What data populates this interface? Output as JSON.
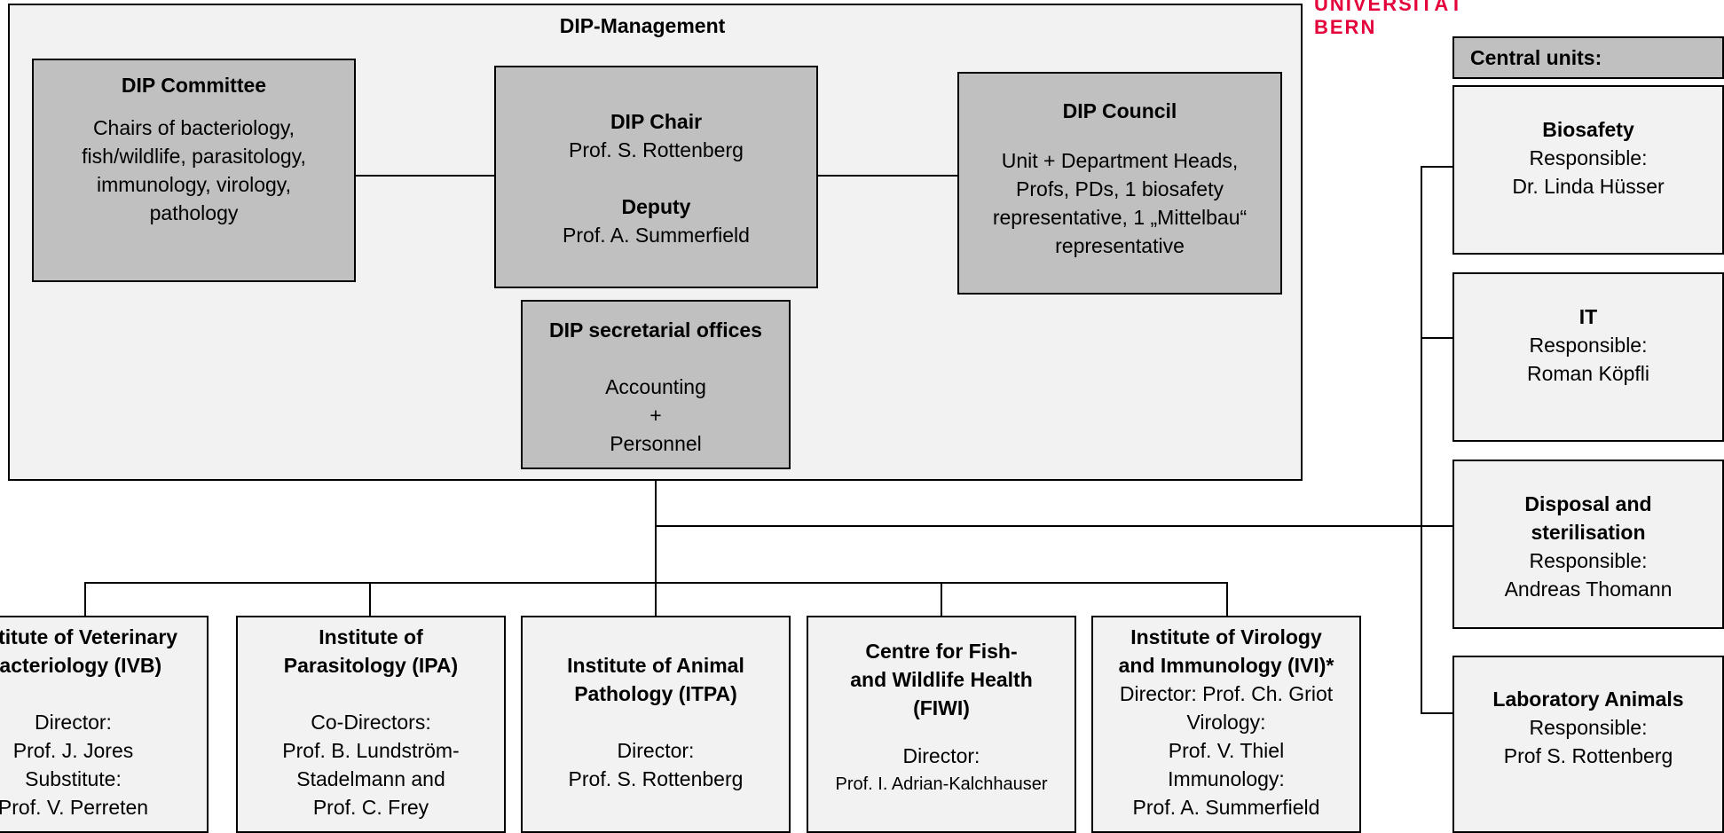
{
  "logo": {
    "line1": "UNIVERSITÄT",
    "line2": "BERN"
  },
  "management": {
    "title": "DIP-Management",
    "committee": {
      "title": "DIP Committee",
      "text": "Chairs of bacteriology, fish/wildlife, parasitology, immunology, virology, pathology"
    },
    "chair": {
      "title": "DIP Chair",
      "name": "Prof. S. Rottenberg",
      "deputy_title": "Deputy",
      "deputy_name": "Prof. A. Summerfield"
    },
    "council": {
      "title": "DIP Council",
      "text": "Unit + Department Heads, Profs, PDs, 1 biosafety representative, 1 „Mittelbau“ representative"
    },
    "secretariat": {
      "title": "DIP secretarial offices",
      "line1": "Accounting",
      "line2": "+",
      "line3": "Personnel"
    }
  },
  "central_units": {
    "header": "Central units:",
    "units": [
      {
        "title": "Biosafety",
        "label": "Responsible:",
        "person": "Dr. Linda Hüsser"
      },
      {
        "title": "IT",
        "label": "Responsible:",
        "person": "Roman Köpfli"
      },
      {
        "title_line1": "Disposal and",
        "title_line2": "sterilisation",
        "label": "Responsible:",
        "person": "Andreas Thomann"
      },
      {
        "title": "Laboratory Animals",
        "label": "Responsible:",
        "person": "Prof S. Rottenberg"
      }
    ]
  },
  "institutes": [
    {
      "title_line1": "Institute of Veterinary",
      "title_line2": "Bacteriology  (IVB)",
      "l1": "Director:",
      "l2": "Prof. J. Jores",
      "l3": "Substitute:",
      "l4": "Prof. V. Perreten"
    },
    {
      "title_line1": "Institute of",
      "title_line2": "Parasitology (IPA)",
      "l1": "Co-Directors:",
      "l2": "Prof. B. Lundström-",
      "l3": "Stadelmann and",
      "l4": "Prof. C. Frey"
    },
    {
      "title_line1": "Institute of Animal",
      "title_line2": "Pathology (ITPA)",
      "l1": "Director:",
      "l2": "Prof. S. Rottenberg"
    },
    {
      "title_line1": "Centre for Fish-",
      "title_line2": "and Wildlife Health",
      "title_line3": "(FIWI)",
      "l1": "Director:",
      "l2": "Prof. I. Adrian-Kalchhauser"
    },
    {
      "title_line1": "Institute of Virology",
      "title_line2": "and Immunology (IVI)*",
      "l1": "Director: Prof. Ch. Griot",
      "l2": "Virology:",
      "l3": "Prof. V. Thiel",
      "l4": "Immunology:",
      "l5": "Prof. A. Summerfield"
    }
  ]
}
